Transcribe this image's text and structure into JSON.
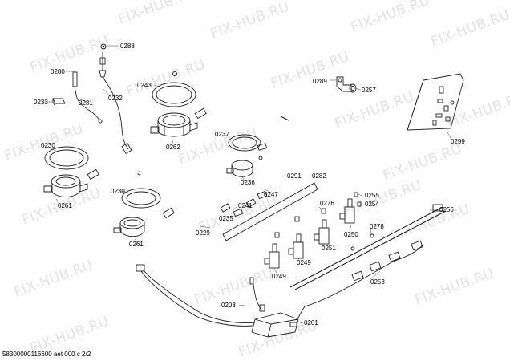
{
  "watermark_text": "FIX-HUB.RU",
  "footer_text": "58300000116600 aet 000 c 2/2",
  "part_labels": {
    "p0288": "0288",
    "p0280": "0280",
    "p0233": "0233",
    "p0231": "0231",
    "p0232": "0232",
    "p0243": "0243",
    "p0262": "0262",
    "p0230a": "0230",
    "p0261a": "0261",
    "p0230b": "0230",
    "p0261b": "0261",
    "p0237": "0237",
    "p0236": "0236",
    "p0291": "0291",
    "p0282": "0282",
    "p0247": "0247",
    "p0241": "0241",
    "p0235": "0235",
    "p0229": "0229",
    "p0289": "0289",
    "p0257": "0257",
    "p0299": "0299",
    "p0255": "0255",
    "p0254": "0254",
    "p0256": "0256",
    "p0276": "0276",
    "p0278": "0278",
    "p0250": "0250",
    "p0251": "0251",
    "p0249a": "0249",
    "p0249b": "0249",
    "p0253": "0253",
    "p0203": "0203",
    "p0201": "0201"
  }
}
